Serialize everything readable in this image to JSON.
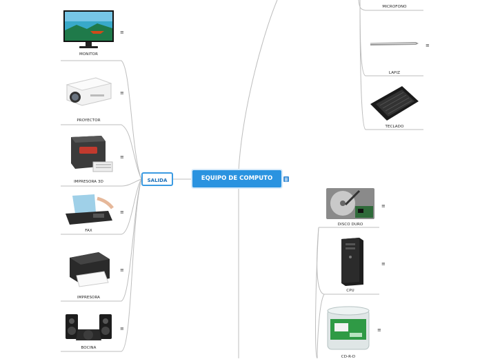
{
  "root": {
    "label": "EQUIPO DE COMPUTO",
    "note_icon": "notes-icon"
  },
  "salida": {
    "label": "SALIDA",
    "items": [
      {
        "caption": "MONITOR",
        "icon": "monitor-image"
      },
      {
        "caption": "PROYECTOR",
        "icon": "projector-image"
      },
      {
        "caption": "IMPRESORA 3D",
        "icon": "3d-printer-image"
      },
      {
        "caption": "FAX",
        "icon": "fax-image"
      },
      {
        "caption": "IMPRESORA",
        "icon": "printer-image"
      },
      {
        "caption": "BOCINA",
        "icon": "speaker-image"
      }
    ]
  },
  "entrada_items": [
    {
      "caption": "MICROFONO",
      "icon": "microphone-image"
    },
    {
      "caption": "LAPIZ",
      "icon": "pen-image"
    },
    {
      "caption": "TECLADO",
      "icon": "keyboard-image"
    }
  ],
  "storage_items": [
    {
      "caption": "DISCO DURO",
      "icon": "hard-drive-image"
    },
    {
      "caption": "CPU",
      "icon": "cpu-tower-image"
    },
    {
      "caption": "CD-R-D",
      "icon": "cd-spindle-image"
    }
  ],
  "note_glyph": "≡",
  "colors": {
    "root": "#2a93e0",
    "branch_line": "#b9b9b9",
    "salida_border": "#3a9ae2"
  }
}
